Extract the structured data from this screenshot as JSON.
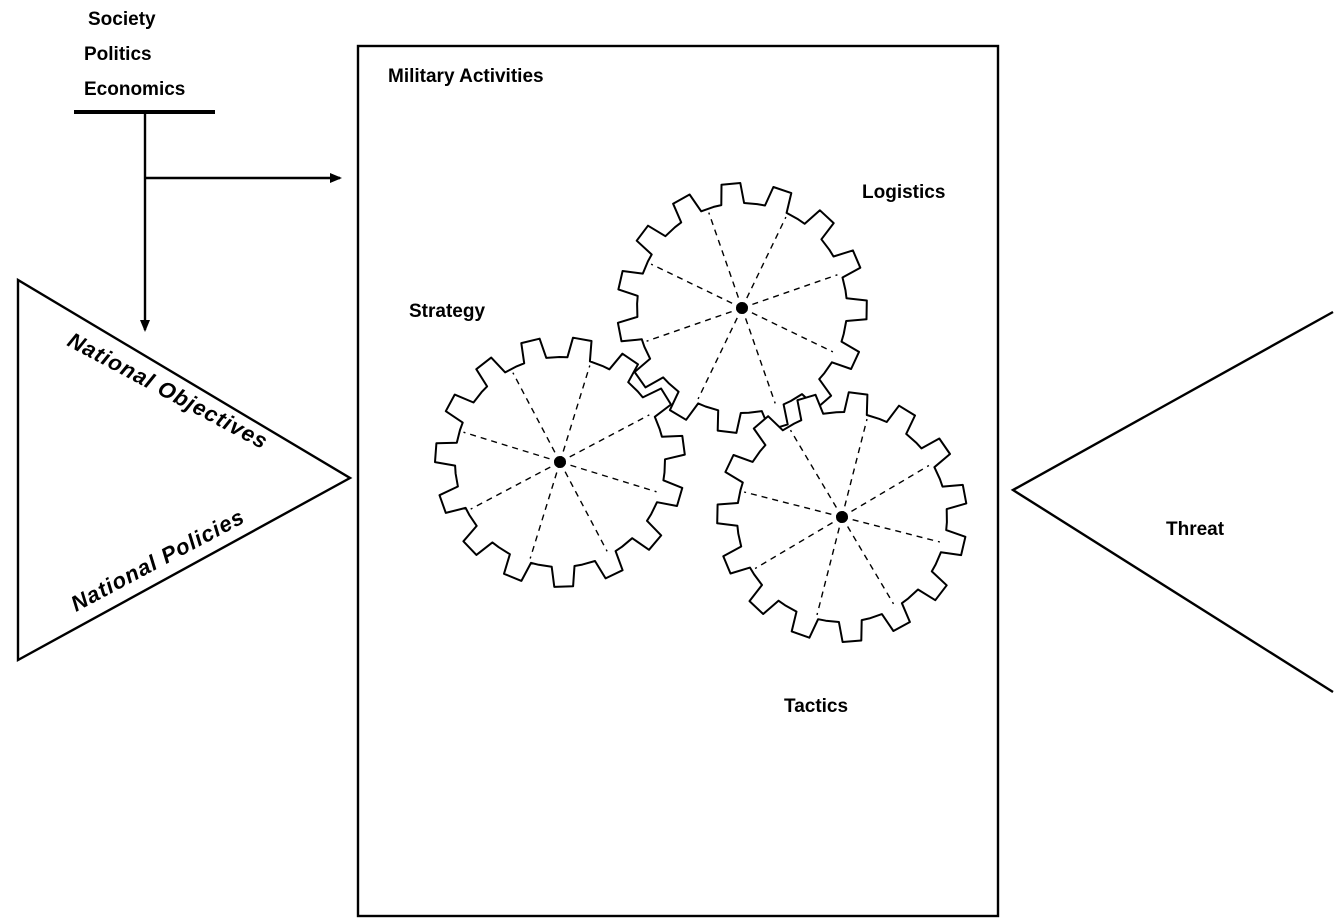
{
  "drivers": {
    "line1": "Society",
    "line2": "Politics",
    "line3": "Economics"
  },
  "left_triangle": {
    "objectives": "National Objectives",
    "policies": "National Policies"
  },
  "central_box": {
    "title": "Military Activities",
    "gears": {
      "strategy": "Strategy",
      "logistics": "Logistics",
      "tactics": "Tactics"
    }
  },
  "right_triangle": {
    "label": "Threat"
  }
}
